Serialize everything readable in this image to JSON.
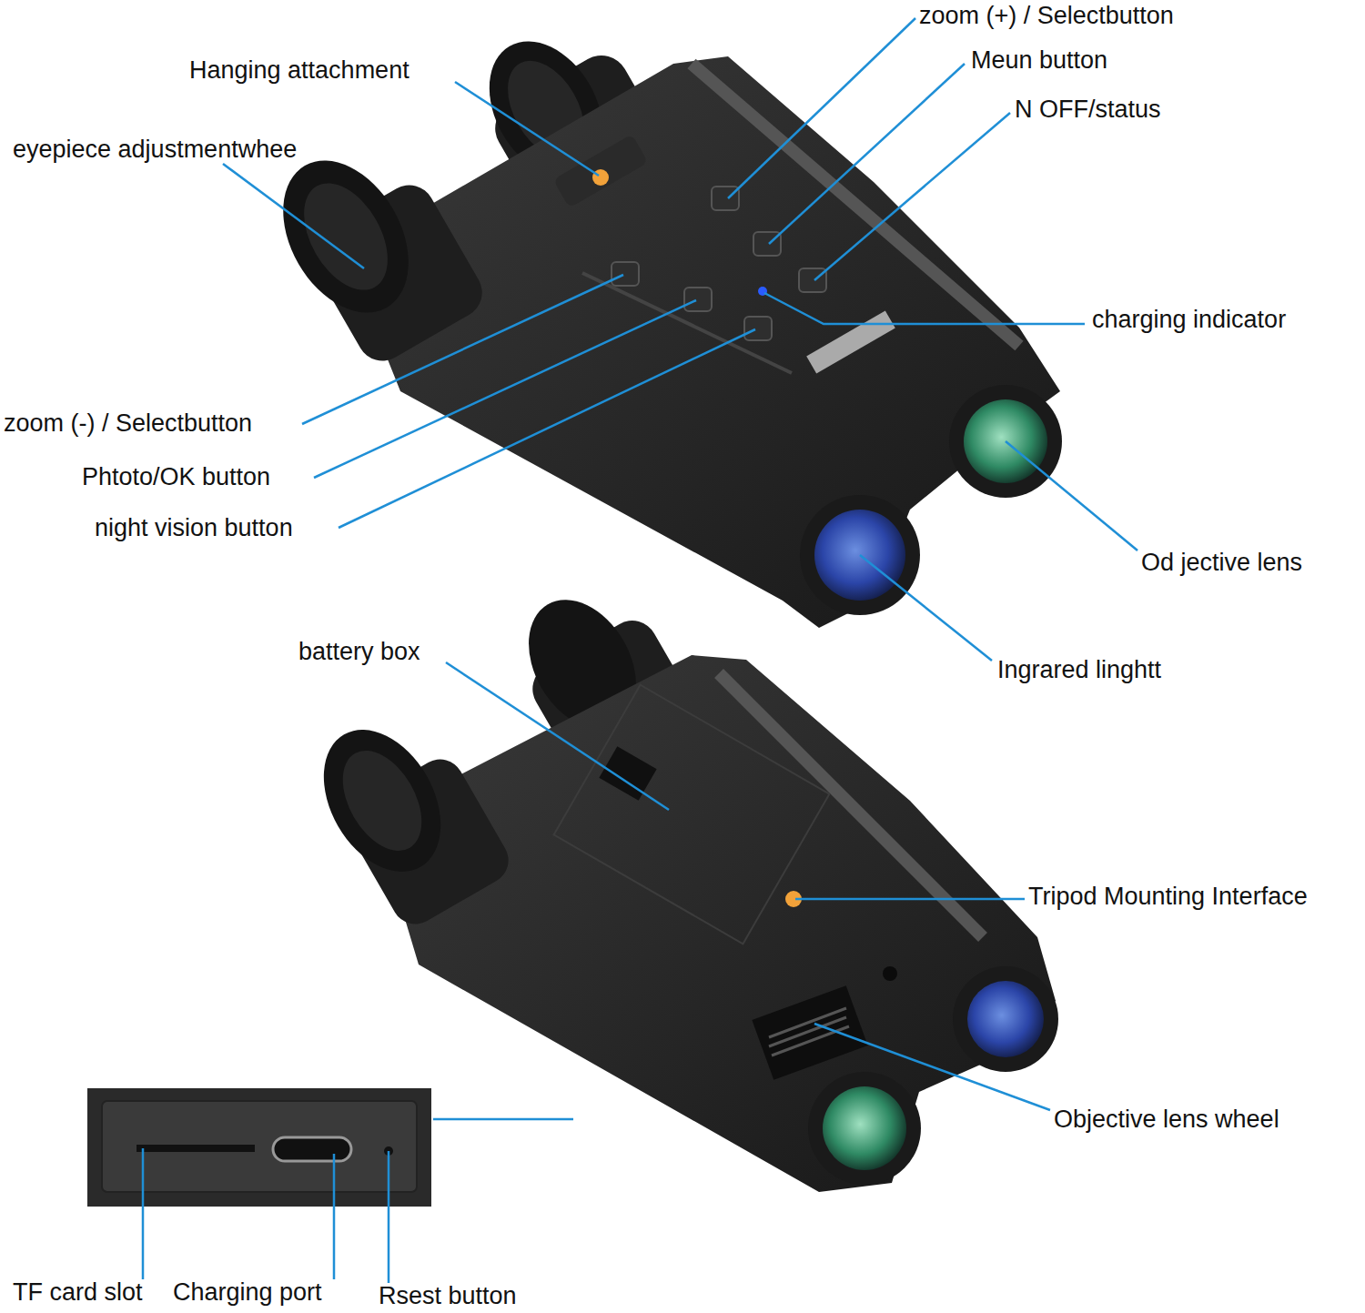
{
  "diagram": {
    "labels": [
      "zoom (+) / Selectbutton",
      "Meun button",
      "N OFF/status",
      "Hanging attachment",
      "eyepiece adjustmentwhee",
      "charging indicator",
      "zoom (-) / Selectbutton",
      "Phtoto/OK button",
      "night vision button",
      "Od jective lens",
      "Ingrared linghtt",
      "battery box",
      "Tripod Mounting Interface",
      "Objective lens wheel",
      "TF card slot",
      "Charging port",
      "Rsest button"
    ]
  }
}
